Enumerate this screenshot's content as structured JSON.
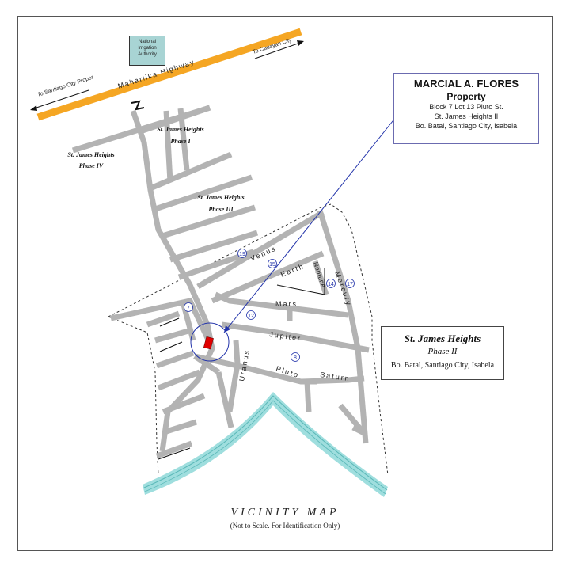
{
  "map": {
    "title": "VICINITY MAP",
    "subtitle": "(Not to Scale. For Identification Only)",
    "highway": {
      "name": "Maharlika Highway",
      "to_left": "To Santiago City Proper",
      "to_right": "To Cauayan City",
      "color": "#f5a623"
    },
    "landmark": {
      "name": "National Irrigation Authority",
      "color": "#a8d4d4"
    },
    "property_box": {
      "owner": "MARCIAL A. FLORES",
      "label": "Property",
      "address_1": "Block 7 Lot 13 Pluto St.",
      "address_2": "St. James Heights II",
      "address_3": "Bo. Batal, Santiago City, Isabela"
    },
    "subdivision_box": {
      "name": "St. James Heights",
      "phase": "Phase II",
      "address": "Bo. Batal, Santiago City, Isabela"
    },
    "phases": [
      {
        "name": "St. James Heights",
        "phase": "Phase I"
      },
      {
        "name": "St. James Heights",
        "phase": "Phase IV"
      },
      {
        "name": "St. James Heights",
        "phase": "Phase III"
      }
    ],
    "streets": {
      "venus": "Venus",
      "earth": "Earth",
      "neptune": "Neptune",
      "mercury": "Mercury",
      "mars": "Mars",
      "jupiter": "Jupiter",
      "uranus": "Uranus",
      "pluto": "Pluto",
      "saturn": "Saturn"
    },
    "block_numbers": [
      "19",
      "15",
      "14",
      "17",
      "7",
      "12",
      "8"
    ],
    "colors": {
      "road": "#b3b3b3",
      "river": "#9fdede",
      "property": "#e00000",
      "circle": "#2233aa"
    }
  }
}
